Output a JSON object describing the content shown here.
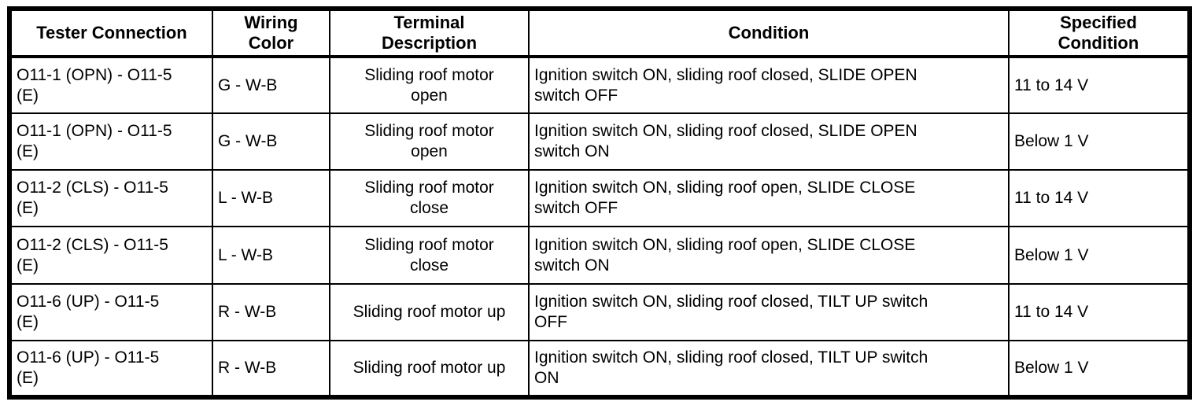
{
  "table": {
    "headers": {
      "tester": "Tester Connection",
      "wiring": "Wiring\nColor",
      "terminal": "Terminal\nDescription",
      "condition": "Condition",
      "specified": "Specified\nCondition"
    },
    "rows": [
      {
        "tester": "O11-1 (OPN) - O11-5\n(E)",
        "wiring": "G - W-B",
        "terminal": "Sliding roof motor\nopen",
        "condition": "Ignition switch ON, sliding roof closed, SLIDE OPEN\nswitch OFF",
        "specified": "11 to 14 V"
      },
      {
        "tester": "O11-1 (OPN) - O11-5\n(E)",
        "wiring": "G - W-B",
        "terminal": "Sliding roof motor\nopen",
        "condition": "Ignition switch ON, sliding roof closed, SLIDE OPEN\nswitch ON",
        "specified": "Below 1 V"
      },
      {
        "tester": "O11-2 (CLS) - O11-5\n(E)",
        "wiring": "L - W-B",
        "terminal": "Sliding roof motor\nclose",
        "condition": "Ignition switch ON, sliding roof open, SLIDE CLOSE\nswitch OFF",
        "specified": "11 to 14 V"
      },
      {
        "tester": "O11-2 (CLS) - O11-5\n(E)",
        "wiring": "L - W-B",
        "terminal": "Sliding roof motor\nclose",
        "condition": "Ignition switch ON, sliding roof open, SLIDE CLOSE\nswitch ON",
        "specified": "Below 1 V"
      },
      {
        "tester": "O11-6 (UP) - O11-5\n(E)",
        "wiring": "R - W-B",
        "terminal": "Sliding roof motor up",
        "condition": "Ignition switch ON, sliding roof closed, TILT UP switch\nOFF",
        "specified": "11 to 14 V"
      },
      {
        "tester": "O11-6 (UP) - O11-5\n(E)",
        "wiring": "R - W-B",
        "terminal": "Sliding roof motor up",
        "condition": "Ignition switch ON, sliding roof closed, TILT UP switch\nON",
        "specified": "Below 1 V"
      }
    ]
  }
}
